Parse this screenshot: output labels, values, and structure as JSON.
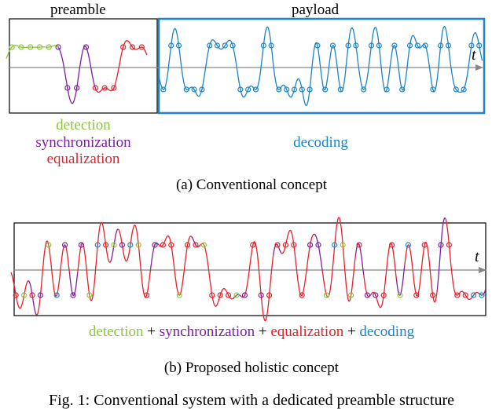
{
  "panel_a": {
    "preamble_label": "preamble",
    "payload_label": "payload",
    "axis_label": "t",
    "legend_preamble": [
      "detection",
      "synchronization",
      "equalization"
    ],
    "legend_payload": "decoding",
    "caption": "(a) Conventional concept"
  },
  "panel_b": {
    "axis_label": "t",
    "legend": [
      {
        "text": "detection",
        "color": "#8cc63f"
      },
      {
        "text": " + ",
        "color": "#000000"
      },
      {
        "text": "synchronization",
        "color": "#7b1fa2"
      },
      {
        "text": " + ",
        "color": "#000000"
      },
      {
        "text": "equalization",
        "color": "#e8202a"
      },
      {
        "text": " + ",
        "color": "#000000"
      },
      {
        "text": "decoding",
        "color": "#1b84c6"
      }
    ],
    "caption": "(b) Proposed holistic concept"
  },
  "footer_caption": "Fig. 1: Conventional system with a dedicated preamble structure",
  "colors": {
    "detection": "#8cc63f",
    "synchronization": "#7b1fa2",
    "equalization": "#e8202a",
    "decoding": "#1b84c6",
    "payload_frame": "#1b84c6"
  }
}
